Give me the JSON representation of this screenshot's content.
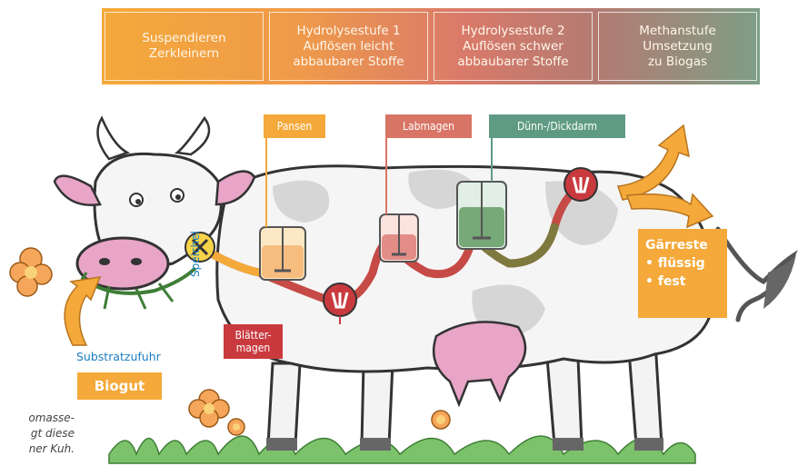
{
  "banner": {
    "stages": [
      "Suspendieren\nZerkleinern",
      "Hydrolysestufe 1\nAuflösen leicht\nabbaubarer Stoffe",
      "Hydrolysestufe 2\nAuflösen schwer\nabbaubarer Stoffe",
      "Methanstufe\nUmsetzung\nzu Biogas"
    ]
  },
  "organs": {
    "pansen": "Pansen",
    "labmagen": "Labmagen",
    "duenn": "Dünn-/Dickdarm",
    "blaetter": "Blätter-\nmagen"
  },
  "gaerreste": {
    "title": "Gärreste",
    "items": [
      "• flüssig",
      "• fest"
    ]
  },
  "input": {
    "substrat": "Substratzufuhr",
    "biogut": "Biogut",
    "speichel": "Speichel"
  },
  "caption": "omasse-\ngt diese\nner Kuh.",
  "colors": {
    "orange": "#f4a93a",
    "salmon": "#d97566",
    "green": "#5f9b84",
    "red": "#c93a3f",
    "blue": "#1c7ec1"
  }
}
